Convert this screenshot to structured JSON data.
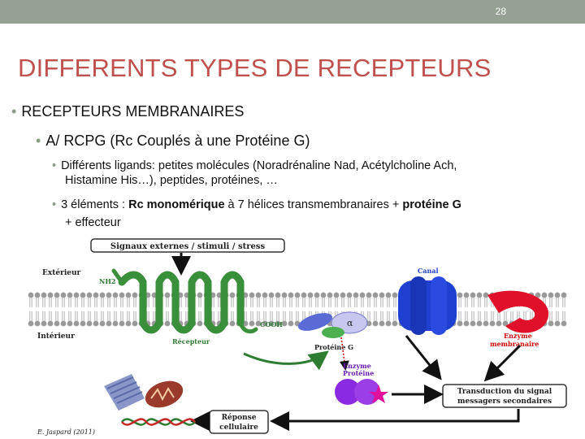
{
  "slide_number": "28",
  "title": "DIFFERENTS TYPES DE RECEPTEURS",
  "bullet1": "RECEPTEURS MEMBRANAIRES",
  "bullet2": "A/ RCPG (Rc Couplés à une Protéine G)",
  "bullet3": {
    "line1": "Différents ligands: petites molécules (Noradrénaline Nad, Acétylcholine Ach,",
    "line2": "Histamine His…), peptides, protéines, …"
  },
  "bullet4": {
    "part1": "3 éléments : ",
    "bold1": "Rc monomérique",
    "part2": " à 7 hélices transmembranaires + ",
    "bold2": "protéine G",
    "line2": "+ effecteur"
  },
  "diagram": {
    "signals": "Signaux externes / stimuli / stress",
    "exterieur": "Extérieur",
    "interieur": "Intérieur",
    "nh2": "NH2",
    "cooh": "COOH",
    "recepteur": "Récepteur",
    "canal": "Canal",
    "alpha": "α",
    "proteine_g": "Protéine G",
    "enzyme_membranaire_1": "Enzyme",
    "enzyme_membranaire_2": "membranaire",
    "enzyme_proteine_1": "Enzyme",
    "enzyme_proteine_2": "Protéine",
    "transduction_1": "Transduction du signal",
    "transduction_2": "messagers secondaires",
    "reponse_1": "Réponse",
    "reponse_2": "cellulaire",
    "credit": "E. Jaspard (2011)"
  },
  "colors": {
    "topbar": "#95a293",
    "title": "#c0504d",
    "receptor": "#3a8f3a",
    "channel": "#1f3fd0",
    "enzyme_membrane": "#e0102a",
    "enzyme_protein": "#8a2be2",
    "membrane": "#9a9a9a"
  }
}
